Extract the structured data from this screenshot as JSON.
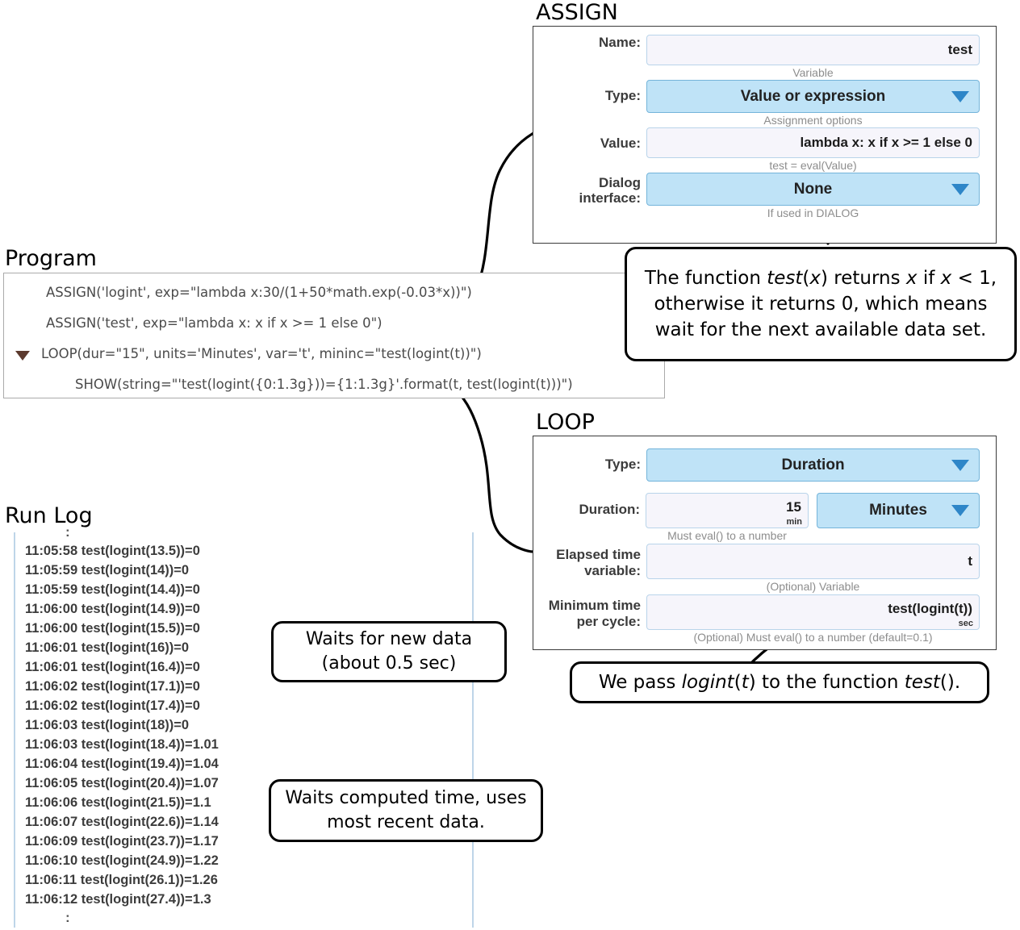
{
  "sections": {
    "assign_title": "ASSIGN",
    "loop_title": "LOOP",
    "program_title": "Program",
    "runlog_title": "Run Log"
  },
  "assign_panel": {
    "rows": [
      {
        "label": "Name:",
        "kind": "text",
        "value": "test",
        "hint": "Variable"
      },
      {
        "label": "Type:",
        "kind": "dropdown",
        "value": "Value or expression",
        "hint": "Assignment options"
      },
      {
        "label": "Value:",
        "kind": "text",
        "value": "lambda x: x if x >= 1 else 0",
        "hint": "test = eval(Value)"
      },
      {
        "label": "Dialog interface:",
        "kind": "dropdown",
        "value": "None",
        "hint": "If used in DIALOG"
      }
    ]
  },
  "loop_panel": {
    "rows": [
      {
        "label": "Type:",
        "kind": "dropdown",
        "value": "Duration",
        "hint": ""
      },
      {
        "label": "Duration:",
        "kind": "number-with-select",
        "value": "15",
        "unit": "min",
        "select_value": "Minutes",
        "hint": "Must eval() to a number"
      },
      {
        "label": "Elapsed time variable:",
        "kind": "text",
        "value": "t",
        "hint": "(Optional) Variable"
      },
      {
        "label": "Minimum time per cycle:",
        "kind": "text",
        "value": "test(logint(t))",
        "unit": "sec",
        "hint": "(Optional) Must eval() to a number (default=0.1)"
      }
    ]
  },
  "program": {
    "lines": [
      {
        "indent": 0,
        "collapse": false,
        "text": "ASSIGN('logint', exp=\"lambda x:30/(1+50*math.exp(-0.03*x))\")"
      },
      {
        "indent": 0,
        "collapse": false,
        "text": "ASSIGN('test', exp=\"lambda x: x if x >= 1 else 0\")"
      },
      {
        "indent": 0,
        "collapse": true,
        "text": "LOOP(dur=\"15\", units='Minutes', var='t', mininc=\"test(logint(t))\")"
      },
      {
        "indent": 1,
        "collapse": false,
        "text": "SHOW(string=\"'test(logint({0:1.3g}))={1:1.3g}'.format(t, test(logint(t)))\")"
      }
    ]
  },
  "run_log": {
    "top_ellipsis": ":",
    "bottom_ellipsis": ":",
    "lines": [
      "11:05:58 test(logint(13.5))=0",
      "11:05:59 test(logint(14))=0",
      "11:05:59 test(logint(14.4))=0",
      "11:06:00 test(logint(14.9))=0",
      "11:06:00 test(logint(15.5))=0",
      "11:06:01 test(logint(16))=0",
      "11:06:01 test(logint(16.4))=0",
      "11:06:02 test(logint(17.1))=0",
      "11:06:02 test(logint(17.4))=0",
      "11:06:03 test(logint(18))=0",
      "11:06:03 test(logint(18.4))=1.01",
      "11:06:04 test(logint(19.4))=1.04",
      "11:06:05 test(logint(20.4))=1.07",
      "11:06:06 test(logint(21.5))=1.1",
      "11:06:07 test(logint(22.6))=1.14",
      "11:06:09 test(logint(23.7))=1.17",
      "11:06:10 test(logint(24.9))=1.22",
      "11:06:11 test(logint(26.1))=1.26",
      "11:06:12 test(logint(27.4))=1.3"
    ]
  },
  "callouts": {
    "test_function": {
      "line1_a": "The function ",
      "line1_i": "test",
      "line1_b": "(",
      "line1_i2": "x",
      "line1_c": ") returns ",
      "line1_i3": "x",
      "line1_d": " if ",
      "line1_i4": "x",
      "line1_e": " < 1,",
      "line2": "otherwise it returns 0, which means",
      "line3": "wait for the next available data set."
    },
    "pass_logint": {
      "a": "We pass ",
      "i1": "logint",
      "b": "(",
      "i2": "t",
      "c": ") to the function ",
      "i3": "test",
      "d": "()."
    },
    "waits_new_data": {
      "line1": "Waits for new data",
      "line2": "(about 0.5 sec)"
    },
    "waits_computed": {
      "line1": "Waits computed time, uses",
      "line2": "most recent data."
    }
  },
  "colors": {
    "dropdown_fill": "#bfe3f7",
    "dropdown_border": "#74b4da",
    "textfield_fill": "#f6f5fb",
    "textfield_border": "#b9d4ea",
    "caret": "#2e86c8",
    "hint_text": "#8d8d8d",
    "panel_border": "#3a3a3a",
    "runlog_border": "#bed5e8",
    "collapse_triangle": "#5c3a2e"
  }
}
